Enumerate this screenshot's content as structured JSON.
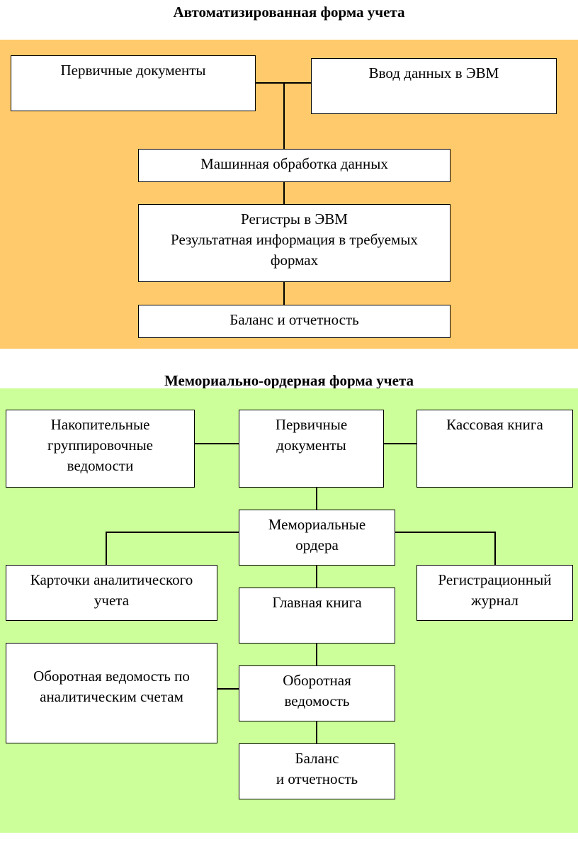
{
  "colors": {
    "top_panel": "#ffca6b",
    "bottom_panel": "#ccff99",
    "box_fill": "#ffffff",
    "line": "#000000"
  },
  "automated": {
    "title": "Автоматизированная форма учета",
    "primary_docs": "Первичные документы",
    "data_entry": "Ввод данных в ЭВМ",
    "machine_processing": "Машинная обработка данных",
    "registers": [
      "Регистры в ЭВМ",
      "Результатная информация в требуемых",
      "формах"
    ],
    "balance": "Баланс и отчетность"
  },
  "memorial": {
    "title": "Мемориально-ордерная форма учета",
    "cumulative": [
      "Накопительные",
      "группировочные",
      "ведомости"
    ],
    "primary_docs": [
      "Первичные",
      "документы"
    ],
    "cash_book": "Кассовая книга",
    "memorial_orders": [
      "Мемориальные",
      "ордера"
    ],
    "analytical_cards": [
      "Карточки аналитического",
      "учета"
    ],
    "registration_journal": [
      "Регистрационный",
      "журнал"
    ],
    "general_ledger": "Главная книга",
    "turnover_analytical": [
      "Оборотная ведомость по",
      "аналитическим счетам"
    ],
    "turnover_sheet": [
      "Оборотная",
      "ведомость"
    ],
    "balance": [
      "Баланс",
      "и отчетность"
    ]
  }
}
